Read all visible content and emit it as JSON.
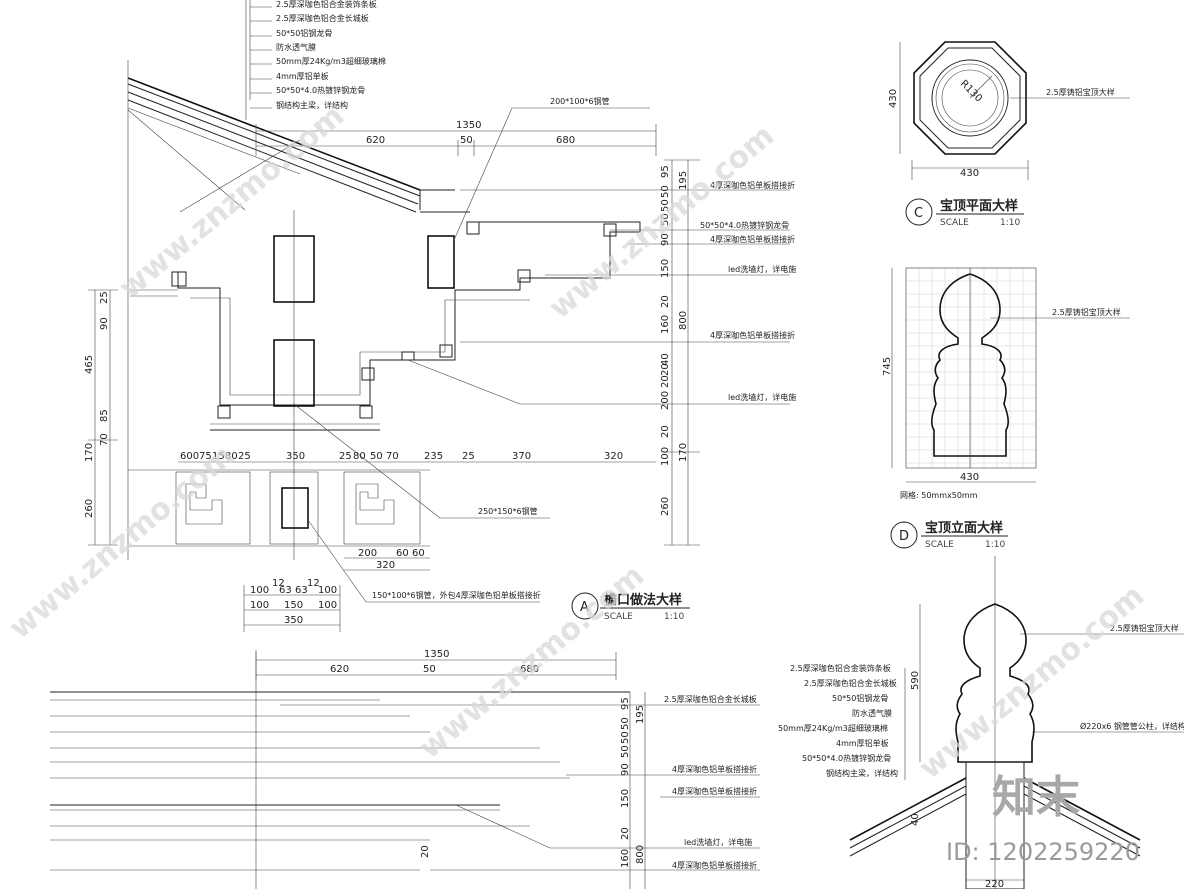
{
  "detail_a": {
    "marker": "A",
    "title": "檐口做法大样",
    "scale_label": "SCALE",
    "scale_value": "1:10",
    "layers": [
      "2.5厚深咖色铝合金装饰条板",
      "2.5厚深咖色铝合金长城板",
      "50*50铝钢龙骨",
      "防水透气膜",
      "50mm厚24Kg/m3超细玻璃棉",
      "4mm厚铝单板",
      "50*50*4.0热镀锌钢龙骨",
      "钢结构主梁，详结构"
    ],
    "top_dims": [
      "1350",
      "620",
      "50",
      "680"
    ],
    "right_dims": [
      "95",
      "195",
      "50",
      "50",
      "50",
      "90",
      "150",
      "20",
      "160",
      "800",
      "40",
      "20",
      "20",
      "200",
      "20",
      "100",
      "170",
      "260"
    ],
    "left_dims": [
      "25",
      "90",
      "465",
      "85",
      "70",
      "170",
      "260"
    ],
    "mid_dims": [
      "600",
      "75",
      "15",
      "80",
      "25",
      "350",
      "25",
      "80",
      "50",
      "70",
      "235",
      "25",
      "370",
      "320"
    ],
    "lower_dims": [
      "200",
      "60",
      "60",
      "320"
    ],
    "bottom_dims_1": [
      "100",
      "12",
      "63",
      "63",
      "12",
      "100"
    ],
    "bottom_dims_2": [
      "100",
      "150",
      "100"
    ],
    "bottom_dims_3": [
      "350"
    ],
    "notes": {
      "pipe_top": "200*100*6钢管",
      "pipe_mid": "250*150*6钢管",
      "pipe_bottom": "150*100*6钢管，外包4厚深咖色铝单板搭接折",
      "r1": "4厚深咖色铝单板搭接折",
      "r2": "50*50*4.0热镀锌钢龙骨",
      "r3": "4厚深咖色铝单板搭接折",
      "r4": "led洗墙灯，详电施",
      "r5": "4厚深咖色铝单板搭接折",
      "r6": "led洗墙灯，详电施"
    }
  },
  "detail_c": {
    "marker": "C",
    "title": "宝顶平面大样",
    "scale_label": "SCALE",
    "scale_value": "1:10",
    "dim_w": "430",
    "dim_h": "430",
    "radius": "R130",
    "note": "2.5厚铸铝宝顶大样"
  },
  "detail_d": {
    "marker": "D",
    "title": "宝顶立面大样",
    "scale_label": "SCALE",
    "scale_value": "1:10",
    "dim_h": "745",
    "dim_w": "430",
    "grid_note": "网格: 50mmx50mm",
    "note": "2.5厚铸铝宝顶大样"
  },
  "detail_bottom_left": {
    "top_dims": [
      "1350",
      "620",
      "50",
      "680"
    ],
    "right_dims": [
      "95",
      "195",
      "50",
      "50",
      "50",
      "90",
      "150",
      "20",
      "160",
      "800",
      "20"
    ],
    "notes": [
      "2.5厚深咖色铝合金长城板",
      "4厚深咖色铝单板搭接折",
      "4厚深咖色铝单板搭接折",
      "led洗墙灯，详电施",
      "4厚深咖色铝单板搭接折"
    ]
  },
  "detail_bottom_right": {
    "dims": [
      "590",
      "40",
      "220"
    ],
    "layers": [
      "2.5厚深咖色铝合金装饰条板",
      "2.5厚深咖色铝合金长城板",
      "50*50铝钢龙骨",
      "防水透气膜",
      "50mm厚24Kg/m3超细玻璃棉",
      "4mm厚铝单板",
      "50*50*4.0热镀锌钢龙骨",
      "钢结构主梁，详结构"
    ],
    "note_top": "2.5厚铸铝宝顶大样",
    "note_pipe": "Ø220x6 钢管管公柱，详结构"
  },
  "watermark": {
    "text": "www.znzmo.com",
    "logo": "知末",
    "id": "ID: 1202259220"
  }
}
